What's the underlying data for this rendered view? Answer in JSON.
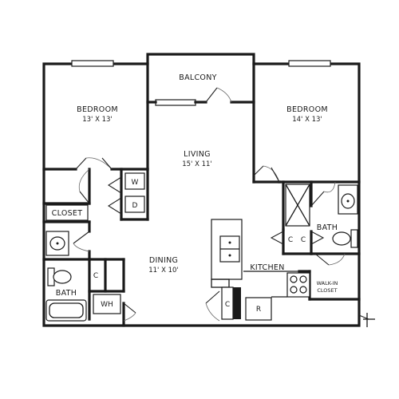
{
  "rooms": {
    "balcony": {
      "name": "BALCONY"
    },
    "bedroom_left": {
      "name": "BEDROOM",
      "dims": "13' X 13'"
    },
    "bedroom_right": {
      "name": "BEDROOM",
      "dims": "14' X 13'"
    },
    "living": {
      "name": "LIVING",
      "dims": "15' X 11'"
    },
    "dining": {
      "name": "DINING",
      "dims": "11' X 10'"
    },
    "kitchen": {
      "name": "KITCHEN"
    },
    "closet": {
      "name": "CLOSET"
    },
    "bath_left": {
      "name": "BATH"
    },
    "bath_right": {
      "name": "BATH"
    },
    "walk_in_closet": {
      "line1": "WALK-IN",
      "line2": "CLOSET"
    }
  },
  "appliances": {
    "washer": "W",
    "dryer": "D",
    "closet_left": "C",
    "closet_right_a": "C",
    "closet_right_b": "C",
    "water_heater": "WH",
    "pantry": "C",
    "refrigerator": "R"
  }
}
